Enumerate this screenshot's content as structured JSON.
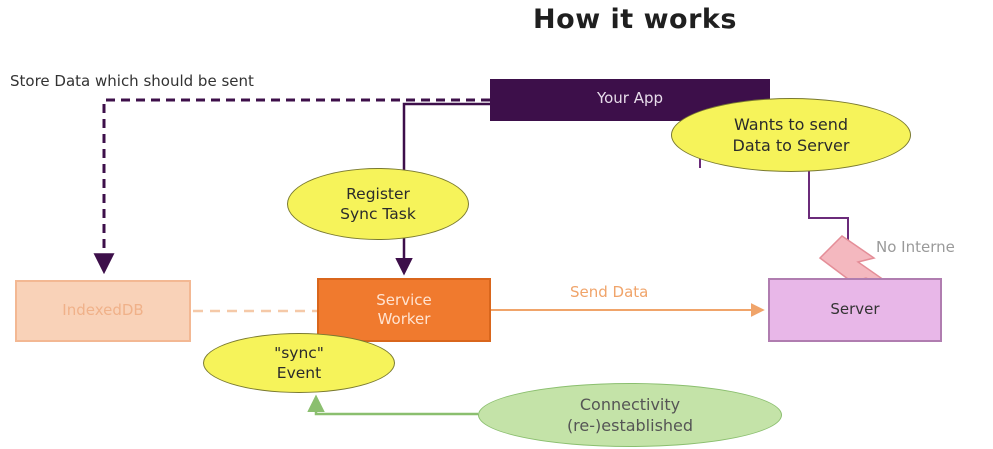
{
  "title": "How it works",
  "store_note": "Store Data which should be sent",
  "nodes": {
    "your_app": "Your App",
    "indexeddb": "IndexedDB",
    "service_worker": "Service\nWorker",
    "server": "Server"
  },
  "bubbles": {
    "wants_to_send": "Wants to send\nData to Server",
    "register_sync": "Register\nSync Task",
    "sync_event": "\"sync\"\nEvent",
    "connectivity": "Connectivity\n(re-)established"
  },
  "edge_labels": {
    "send_data": "Send Data",
    "no_internet": "No Interne"
  },
  "colors": {
    "app": "#3d0f4a",
    "service_worker": "#f07a2e",
    "indexeddb": "#f9d2b8",
    "server": "#e8b7e8",
    "bubble_yellow": "#f6f35a",
    "bubble_green": "#c4e3a8",
    "lightning": "#f4b8bf"
  }
}
